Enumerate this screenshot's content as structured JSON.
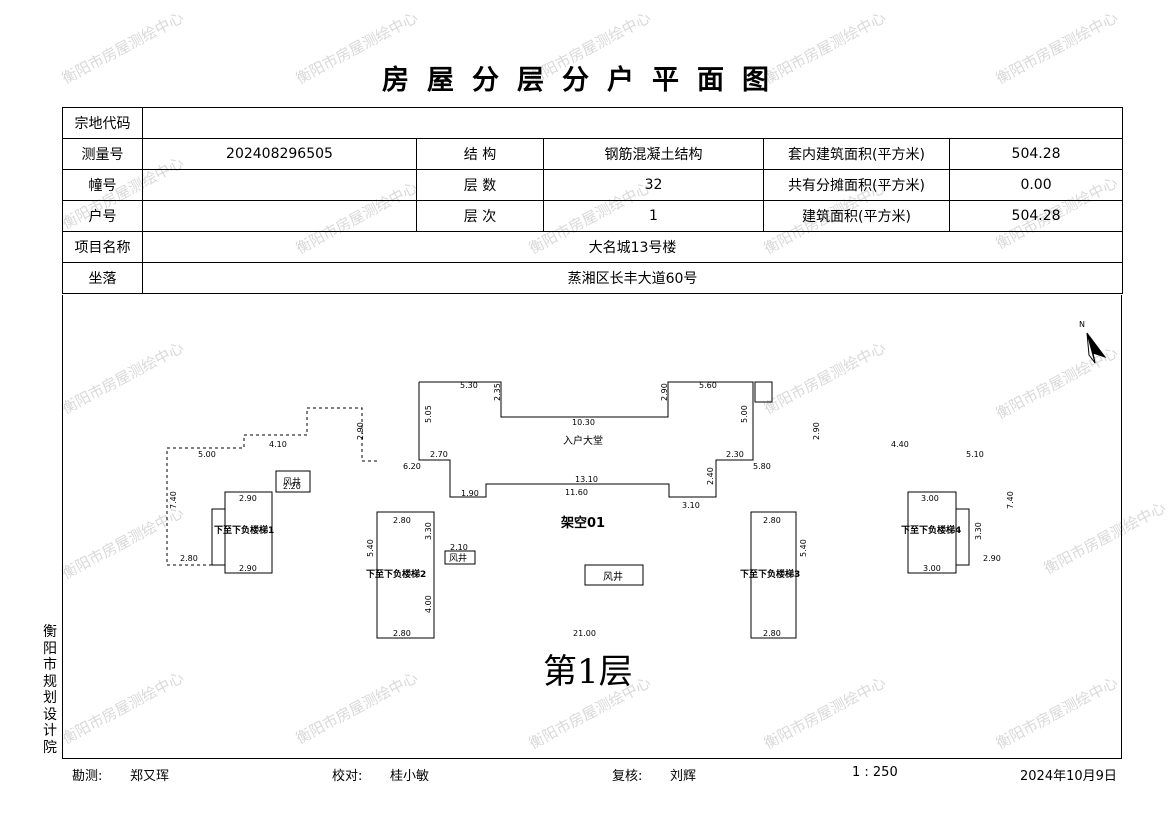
{
  "title": "房屋分层分户平面图",
  "watermark": "衡阳市房屋测绘中心",
  "table": {
    "parcel_code_label": "宗地代码",
    "parcel_code": "",
    "survey_no_label": "测量号",
    "survey_no": "202408296505",
    "structure_label": "结 构",
    "structure": "钢筋混凝土结构",
    "inner_area_label": "套内建筑面积(平方米)",
    "inner_area": "504.28",
    "building_no_label": "幢号",
    "building_no": "",
    "floors_label": "层 数",
    "floors": "32",
    "shared_area_label": "共有分摊面积(平方米)",
    "shared_area": "0.00",
    "unit_no_label": "户号",
    "unit_no": "",
    "floor_level_label": "层 次",
    "floor_level": "1",
    "building_area_label": "建筑面积(平方米)",
    "building_area": "504.28",
    "project_label": "项目名称",
    "project": "大名城13号楼",
    "location_label": "坐落",
    "location": "蒸湘区长丰大道60号"
  },
  "plan": {
    "floor_caption": "第1层",
    "main_label": "架空01",
    "lobby_label": "入户大堂",
    "shaft_label": "风井",
    "north": "N",
    "stair_1": "下至下负楼梯1",
    "stair_2": "下至下负楼梯2",
    "stair_3": "下至下负楼梯3",
    "stair_4": "下至下负楼梯4",
    "dims": {
      "d530": "5.30",
      "d560": "5.60",
      "d1030": "10.30",
      "d505": "5.05",
      "d500": "5.00",
      "d270": "2.70",
      "d230": "2.30",
      "d620": "6.20",
      "d580": "5.80",
      "d1310": "13.10",
      "d1160": "11.60",
      "d190": "1.90",
      "d310": "3.10",
      "d410": "4.10",
      "d440": "4.40",
      "d500b": "5.00",
      "d510": "5.10",
      "d740": "7.40",
      "d290": "2.90",
      "d280": "2.80",
      "d300": "3.00",
      "d330": "3.30",
      "d540": "5.40",
      "d400": "4.00",
      "d2100": "21.00",
      "d210": "2.10",
      "d220": "2.20",
      "d240": "2.40",
      "d235": "2.35",
      "d290b": "2.90",
      "d280b": "2.80"
    }
  },
  "footer": {
    "surveyor_label": "勘测:",
    "surveyor": "郑又珲",
    "checker_label": "校对:",
    "checker": "桂小敏",
    "reviewer_label": "复核:",
    "reviewer": "刘辉",
    "scale": "1 : 250",
    "date": "2024年10月9日"
  },
  "org_vertical": "衡阳市规划设计院"
}
